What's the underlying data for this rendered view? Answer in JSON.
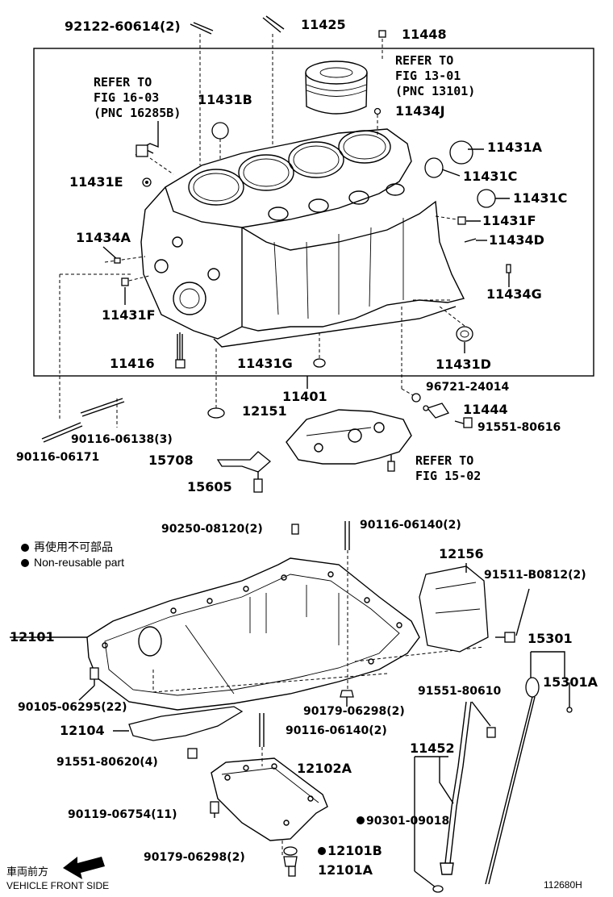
{
  "diagram": {
    "parts": {
      "p92122": "92122-60614(2)",
      "p11425": "11425",
      "p11448": "11448",
      "p11431B": "11431B",
      "p11434J": "11434J",
      "p11431A": "11431A",
      "p11431E": "11431E",
      "p11431C_1": "11431C",
      "p11431C_2": "11431C",
      "p11431F_r": "11431F",
      "p11434A": "11434A",
      "p11434D": "11434D",
      "p11434G": "11434G",
      "p11431F_l": "11431F",
      "p11416": "11416",
      "p11431G": "11431G",
      "p11431D": "11431D",
      "p11401": "11401",
      "p96721": "96721-24014",
      "p12151": "12151",
      "p11444": "11444",
      "p91551_80616": "91551-80616",
      "p90116_06138": "90116-06138(3)",
      "p90116_06171": "90116-06171",
      "p15708": "15708",
      "p15605": "15605",
      "p90250": "90250-08120(2)",
      "p90116_06140_a": "90116-06140(2)",
      "p12156": "12156",
      "p91511": "91511-B0812(2)",
      "p12101": "12101",
      "p15301": "15301",
      "p15301A": "15301A",
      "p90105": "90105-06295(22)",
      "p90179_a": "90179-06298(2)",
      "p91551_80610": "91551-80610",
      "p12104": "12104",
      "p90116_06140_b": "90116-06140(2)",
      "p11452": "11452",
      "p91551_80620": "91551-80620(4)",
      "p12102A": "12102A",
      "p90119": "90119-06754(11)",
      "p90301": "90301-09018",
      "p90179_b": "90179-06298(2)",
      "p12101B": "12101B",
      "p12101A": "12101A"
    },
    "refs": {
      "ref_fig16": [
        "REFER TO",
        "FIG 16-03",
        "(PNC 16285B)"
      ],
      "ref_fig13": [
        "REFER TO",
        "FIG 13-01",
        "(PNC 13101)"
      ],
      "ref_fig15": [
        "REFER TO",
        "FIG 15-02"
      ]
    },
    "legend": {
      "jp": "再使用不可部品",
      "en": "Non-reusable part"
    },
    "footer": {
      "direction_jp": "車両前方",
      "direction_en": "VEHICLE FRONT SIDE",
      "figure_id": "112680H"
    }
  }
}
